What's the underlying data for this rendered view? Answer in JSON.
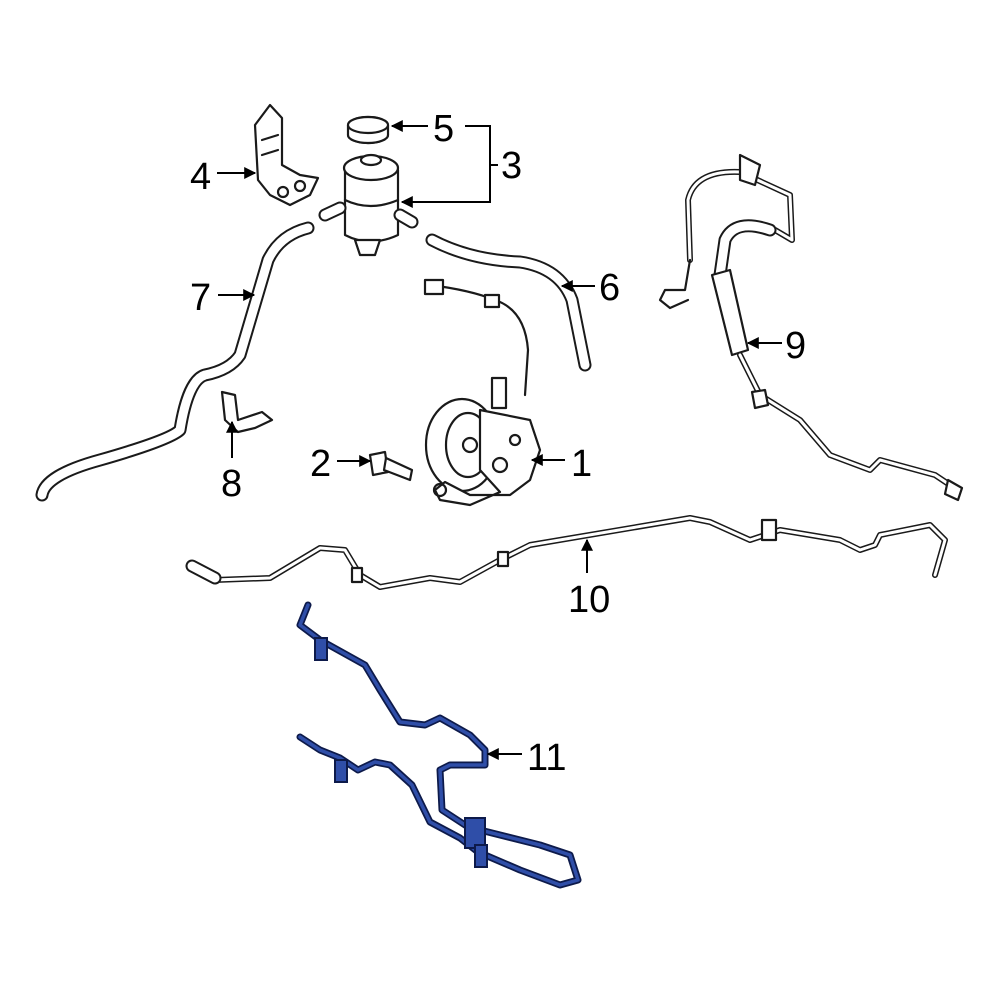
{
  "diagram": {
    "type": "exploded parts diagram",
    "highlight_color": "#2f4ea8",
    "callouts": [
      {
        "number": "1"
      },
      {
        "number": "2"
      },
      {
        "number": "3"
      },
      {
        "number": "4"
      },
      {
        "number": "5"
      },
      {
        "number": "6"
      },
      {
        "number": "7"
      },
      {
        "number": "8"
      },
      {
        "number": "9"
      },
      {
        "number": "10"
      },
      {
        "number": "11",
        "highlighted": true
      }
    ]
  }
}
